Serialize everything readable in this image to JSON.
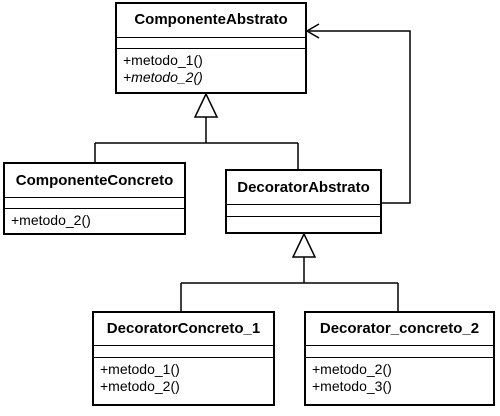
{
  "classes": {
    "componente_abstrato": {
      "name": "ComponenteAbstrato",
      "abstract": true,
      "operations": [
        {
          "text": "+metodo_1()",
          "abstract": false
        },
        {
          "text": "+metodo_2()",
          "abstract": true
        }
      ]
    },
    "componente_concreto": {
      "name": "ComponenteConcreto",
      "abstract": false,
      "operations": [
        {
          "text": "+metodo_2()",
          "abstract": false
        }
      ]
    },
    "decorator_abstrato": {
      "name": "DecoratorAbstrato",
      "abstract": true,
      "operations": []
    },
    "decorator_concreto_1": {
      "name": "DecoratorConcreto_1",
      "abstract": false,
      "operations": [
        {
          "text": "+metodo_1()",
          "abstract": false
        },
        {
          "text": "+metodo_2()",
          "abstract": false
        }
      ]
    },
    "decorator_concreto_2": {
      "name": "Decorator_concreto_2",
      "abstract": false,
      "operations": [
        {
          "text": "+metodo_2()",
          "abstract": false
        },
        {
          "text": "+metodo_3()",
          "abstract": false
        }
      ]
    }
  },
  "relations": [
    {
      "type": "generalization",
      "from": "componente_concreto",
      "to": "componente_abstrato"
    },
    {
      "type": "generalization",
      "from": "decorator_abstrato",
      "to": "componente_abstrato"
    },
    {
      "type": "generalization",
      "from": "decorator_concreto_1",
      "to": "decorator_abstrato"
    },
    {
      "type": "generalization",
      "from": "decorator_concreto_2",
      "to": "decorator_abstrato"
    },
    {
      "type": "association",
      "from": "decorator_abstrato",
      "to": "componente_abstrato",
      "navigable": true
    }
  ]
}
